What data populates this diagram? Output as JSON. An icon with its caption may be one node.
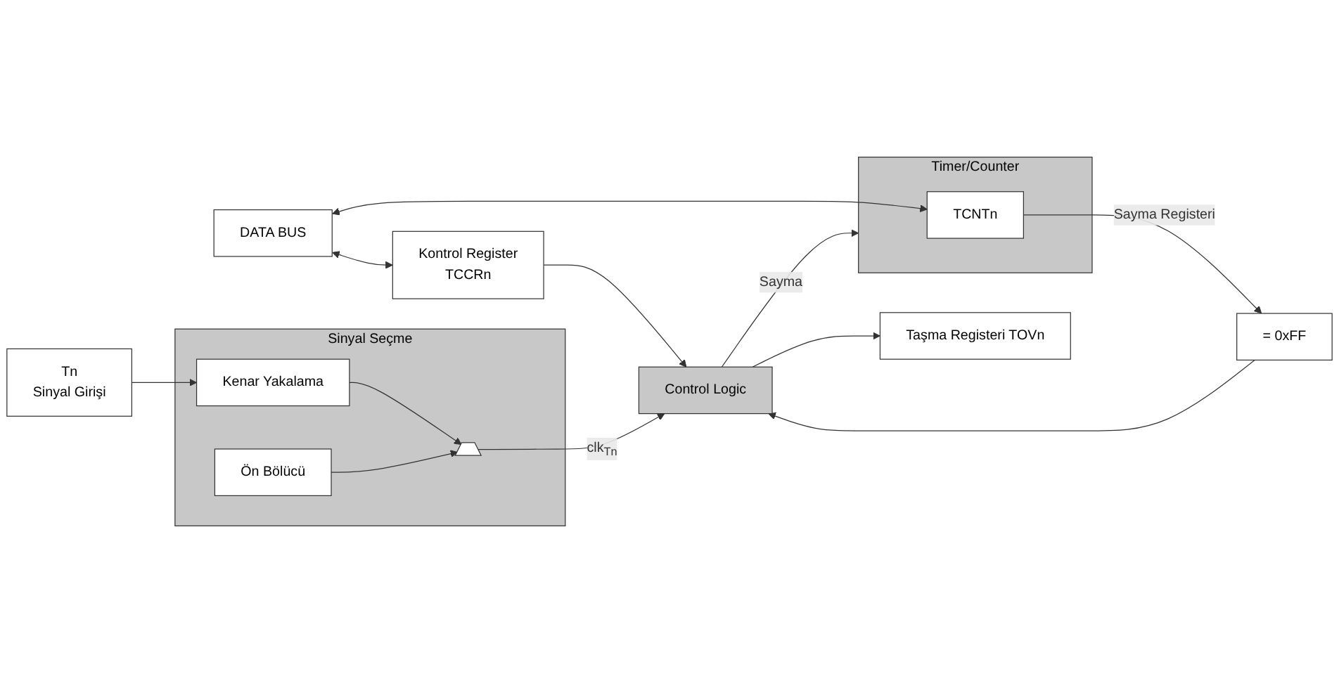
{
  "diagram": {
    "nodes": [
      {
        "text": [
          "DATA BUS"
        ]
      },
      {
        "text": [
          "Kontrol Register",
          "TCCRn"
        ]
      },
      {
        "text": [
          "Control Logic"
        ]
      },
      {
        "text": [
          "Taşma Registeri TOVn"
        ]
      },
      {
        "text": [
          "Timer/Counter"
        ]
      },
      {
        "text": [
          "TCNTn"
        ],
        "in": 4
      },
      {
        "text": [
          "= 0xFF"
        ]
      },
      {
        "text": [
          "Sinyal Seçme"
        ]
      },
      {
        "text": [
          "Kenar Yakalama"
        ],
        "in": 7
      },
      {
        "text": [],
        "shape": "trapezoid",
        "in": 7
      },
      {
        "text": [
          "Ön Bölücü"
        ],
        "in": 7
      },
      {
        "text": [
          "Tn",
          "Sinyal Girişi"
        ]
      }
    ],
    "edges": [
      {
        "from": 0,
        "to": 1,
        "arrow": "both"
      },
      {
        "from": 1,
        "to": 2,
        "arrow": "to"
      },
      {
        "from": 2,
        "to": 3,
        "arrow": "to"
      },
      {
        "from": 2,
        "to": 4,
        "arrow": "to",
        "label": "Sayma"
      },
      {
        "from": 0,
        "to": 5,
        "arrow": "both"
      },
      {
        "from": 5,
        "to": 6,
        "arrow": "to",
        "label": "Sayma Registeri"
      },
      {
        "from": 6,
        "to": 2,
        "arrow": "to"
      },
      {
        "from": 9,
        "to": 2,
        "arrow": "to",
        "label": "clk$_{Tn}$"
      },
      {
        "from": 8,
        "to": 9,
        "arrow": "to"
      },
      {
        "from": 11,
        "to": 8,
        "arrow": "to"
      },
      {
        "from": 10,
        "to": 9,
        "arrow": "to"
      }
    ]
  }
}
